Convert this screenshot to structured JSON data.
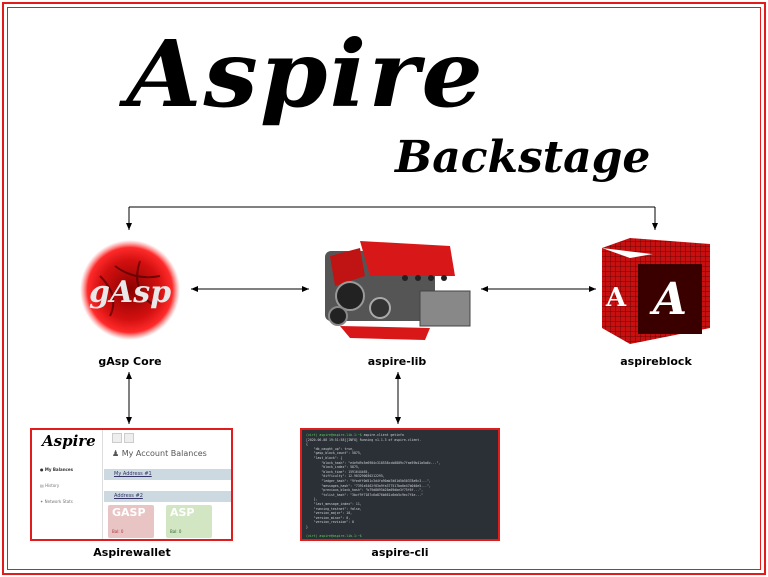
{
  "title": "Aspire",
  "subtitle": "Backstage",
  "nodes": {
    "gasp": {
      "label": "gAsp Core",
      "logo_text": "gAsp"
    },
    "lib": {
      "label": "aspire-lib"
    },
    "block": {
      "label": "aspireblock",
      "logo_text": "A"
    },
    "wallet": {
      "label": "Aspirewallet"
    },
    "cli": {
      "label": "aspire-cli"
    }
  },
  "wallet_screenshot": {
    "logo": "Aspire",
    "nav": [
      "My Balances",
      "History",
      "Network Stats"
    ],
    "header": "My Account Balances",
    "addresses": [
      "My Address #1",
      "Address #2"
    ],
    "cards": [
      {
        "name": "GASP",
        "balance": "Bal: 0",
        "color": "#e8c4c4"
      },
      {
        "name": "ASP",
        "balance": "Bal: 0",
        "color": "#d2e6c4"
      }
    ]
  },
  "cli_screenshot": {
    "prompt": "(virt) aspire@aspire-lib-1:~$",
    "command": "aspire-client getinfo",
    "lines": [
      "[2020-06-08 19:51:58][INFO] Running v1.1.3 of aspire-client.",
      "{",
      "    \"db_caught_up\": true,",
      "    \"gasp_block_count\": 5875,",
      "    \"last_block\": {",
      "        \"block_hash\": \"e4e9d9c5e6904c318538ccb0809c7fae59b41a5a6c...\",",
      "        \"block_index\": 5875,",
      "        \"block_time\": 1591644465,",
      "        \"difficulty\": 12.903290030212295,",
      "        \"ledger_hash\": \"9fedff0d51c3d4fa90ab7d01d5b50378a9c3...\",",
      "        \"messages_hash\": \"7391e5462f83a9fa377517ba0e47b040e5...\",",
      "        \"previous_block_hash\": \"b79d8095b26a69dbe3f75f6f...\",",
      "        \"txlist_hash\": \"3bcf9f7187c6a876b661c6eb5c9ec7f4e...\"",
      "    },",
      "    \"last_message_index\": 11,",
      "    \"running_testnet\": false,",
      "    \"version_major\": 10,",
      "    \"version_minor\": 0,",
      "    \"version_revision\": 0",
      "}"
    ]
  },
  "colors": {
    "frame": "#e01c1c",
    "accent_red": "#d81818"
  }
}
